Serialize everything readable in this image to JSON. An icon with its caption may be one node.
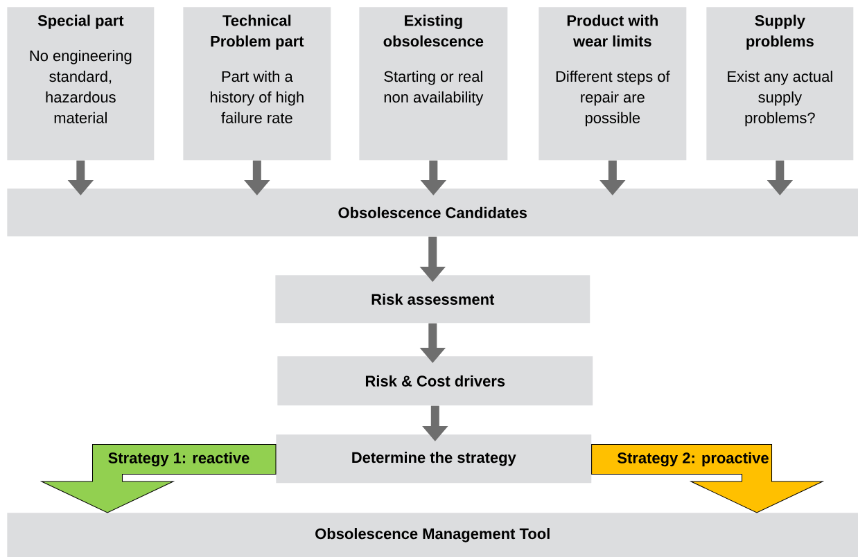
{
  "diagram": {
    "nodes": [
      {
        "text": [
          "Special part",
          "No engineering standard, hazardous material"
        ]
      },
      {
        "text": [
          "Technical Problem part",
          "Part with a history of high failure rate"
        ]
      },
      {
        "text": [
          "Existing obsolescence",
          "Starting or real non availability"
        ]
      },
      {
        "text": [
          "Product with wear limits",
          "Different steps of repair are possible"
        ]
      },
      {
        "text": [
          "Supply problems",
          "Exist any actual supply problems?"
        ]
      },
      {
        "text": [
          "Obsolescence Candidates"
        ]
      },
      {
        "text": [
          "Risk assessment"
        ]
      },
      {
        "text": [
          "Risk & Cost drivers"
        ]
      },
      {
        "text": [
          "Determine the strategy"
        ]
      },
      {
        "text": [
          "Obsolescence Management Tool"
        ]
      }
    ],
    "edges": [
      {
        "from": 0,
        "to": 5,
        "arrow": "to"
      },
      {
        "from": 1,
        "to": 5,
        "arrow": "to"
      },
      {
        "from": 2,
        "to": 5,
        "arrow": "to"
      },
      {
        "from": 3,
        "to": 5,
        "arrow": "to"
      },
      {
        "from": 4,
        "to": 5,
        "arrow": "to"
      },
      {
        "from": 5,
        "to": 6,
        "arrow": "to"
      },
      {
        "from": 6,
        "to": 7,
        "arrow": "to"
      },
      {
        "from": 7,
        "to": 8,
        "arrow": "to"
      },
      {
        "from": 8,
        "to": 9,
        "arrow": "to",
        "label": "Strategy 1: reactive",
        "color": "#92d050",
        "style": "thick"
      },
      {
        "from": 8,
        "to": 9,
        "arrow": "to",
        "label": "Strategy 2: proactive",
        "color": "#ffc000",
        "style": "thick"
      }
    ]
  }
}
